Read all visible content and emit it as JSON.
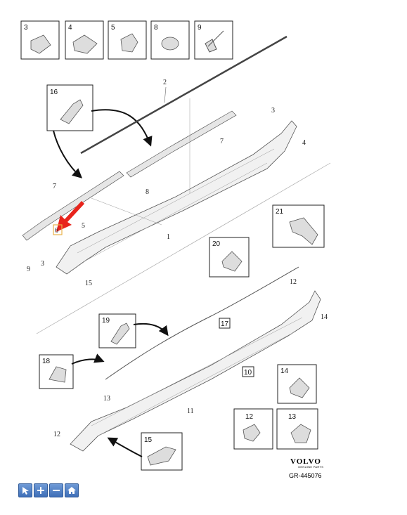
{
  "part_boxes": [
    {
      "num": "3"
    },
    {
      "num": "4"
    },
    {
      "num": "5"
    },
    {
      "num": "8"
    },
    {
      "num": "9"
    },
    {
      "num": "16"
    },
    {
      "num": "21"
    },
    {
      "num": "20"
    },
    {
      "num": "19"
    },
    {
      "num": "18"
    },
    {
      "num": "14"
    },
    {
      "num": "12"
    },
    {
      "num": "13"
    },
    {
      "num": "15"
    }
  ],
  "callouts": {
    "c2": "2",
    "c3a": "3",
    "c4": "4",
    "c7a": "7",
    "c7b": "7",
    "c8": "8",
    "c5": "5",
    "c6": "6",
    "c1": "1",
    "c9": "9",
    "c3b": "3",
    "c15": "15",
    "c12a": "12",
    "c14": "14",
    "c17": "17",
    "c10": "10",
    "c13": "13",
    "c11": "11",
    "c12b": "12"
  },
  "brand": {
    "name": "VOLVO",
    "sub": "GENUINE PARTS",
    "code": "GR-445076"
  },
  "toolbar": {
    "select_icon": "pointer-icon",
    "zoom_in_icon": "plus-icon",
    "zoom_out_icon": "minus-icon",
    "home_icon": "home-icon"
  },
  "colors": {
    "highlight_arrow": "#e8241c",
    "highlight_box": "#e9b24a",
    "toolbar_blue": "#4a7cc4"
  }
}
